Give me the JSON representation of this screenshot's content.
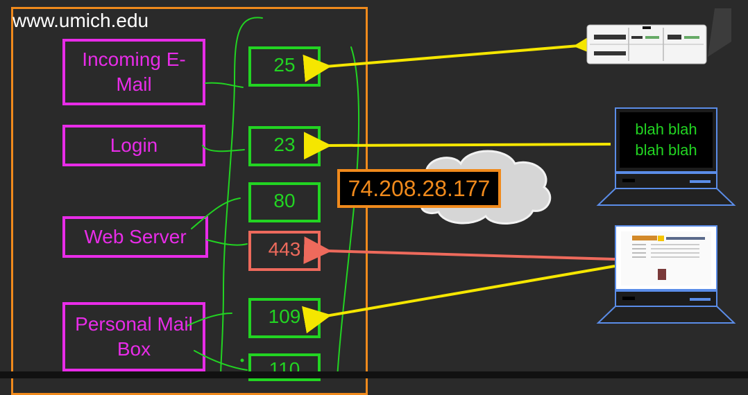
{
  "header": {
    "url": "www.umich.edu"
  },
  "services": [
    {
      "id": "incoming-email",
      "label": "Incoming E-Mail"
    },
    {
      "id": "login",
      "label": "Login"
    },
    {
      "id": "web-server",
      "label": "Web Server"
    },
    {
      "id": "personal-mailbox",
      "label": "Personal Mail Box"
    }
  ],
  "ports": [
    {
      "number": "25"
    },
    {
      "number": "23"
    },
    {
      "number": "80"
    },
    {
      "number": "443",
      "highlight": true
    },
    {
      "number": "109"
    },
    {
      "number": "110"
    }
  ],
  "ip_address": "74.208.28.177",
  "terminal_screen": {
    "line1": "blah blah",
    "line2": "blah blah"
  },
  "colors": {
    "background": "#2a2a2a",
    "server_border": "#f08a1c",
    "service": "#e82ce8",
    "port": "#22d422",
    "port_highlight": "#ee6a5c",
    "arrow": "#f5e600"
  },
  "icons": {
    "router": "network-switch-icon",
    "terminal": "laptop-terminal-icon",
    "browser": "laptop-browser-icon",
    "cloud": "internet-cloud-icon"
  }
}
